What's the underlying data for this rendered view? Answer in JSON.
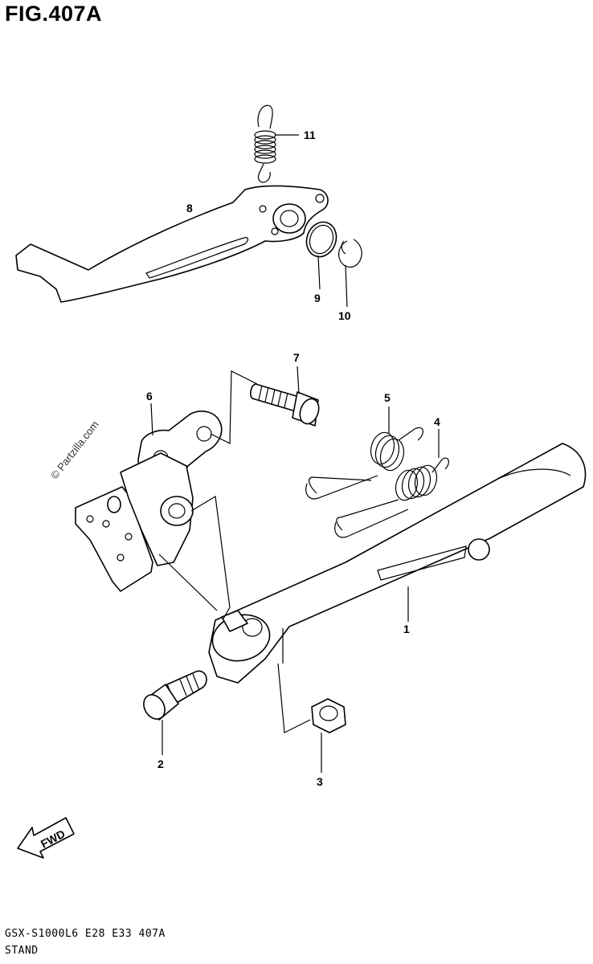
{
  "figure_title": "FIG.407A",
  "watermark": "© Partzilla.com",
  "footer": {
    "model_code": "GSX-S1000L6  E28  E33  407A",
    "section_name": "STAND"
  },
  "direction_label": "FWD",
  "callouts": [
    "1",
    "2",
    "3",
    "4",
    "5",
    "6",
    "7",
    "8",
    "9",
    "10",
    "11"
  ]
}
